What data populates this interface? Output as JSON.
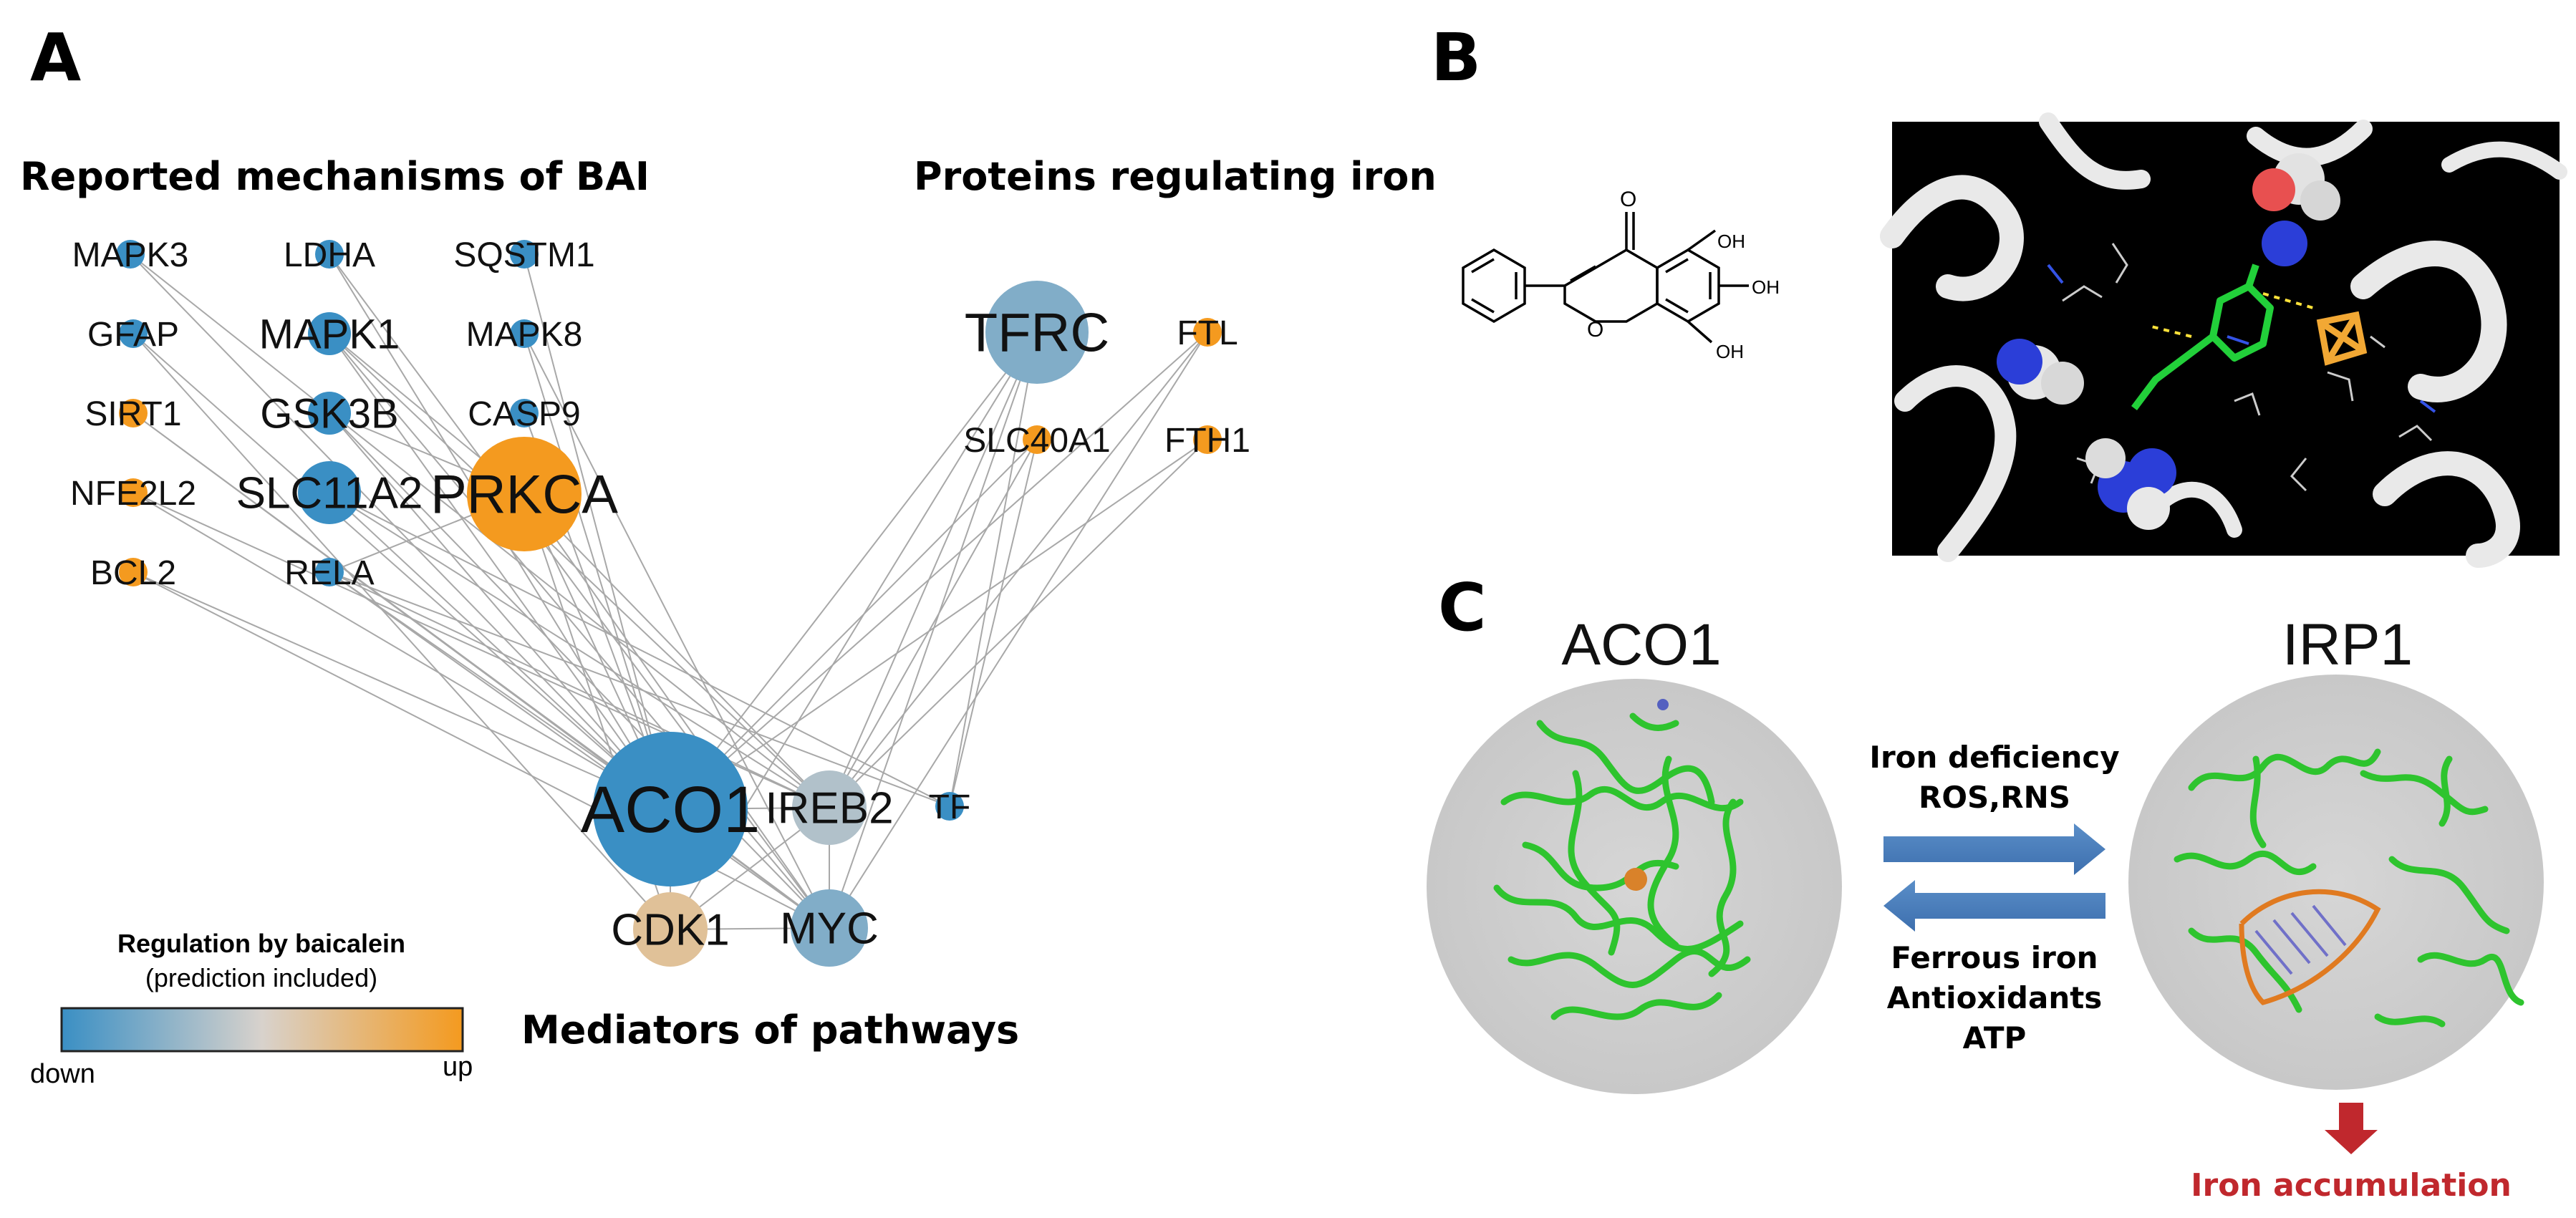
{
  "colors": {
    "down": "#3a8fc4",
    "up": "#f49a1f",
    "neutral": "#d3c0a8",
    "edge": "#a8a8a8",
    "accent_red": "#c0282d"
  },
  "panel_a": {
    "letter": "A",
    "section_reported": "Reported mechanisms of BAI",
    "section_iron": "Proteins regulating iron",
    "section_mediators": "Mediators of pathways",
    "legend": {
      "title": "Regulation by baicalein",
      "subtitle": "(prediction included)",
      "low": "down",
      "high": "up"
    },
    "nodes": [
      {
        "id": "MAPK3",
        "label": "MAPK3",
        "reg": -1.0,
        "size": "small"
      },
      {
        "id": "LDHA",
        "label": "LDHA",
        "reg": -1.0,
        "size": "small"
      },
      {
        "id": "SQSTM1",
        "label": "SQSTM1",
        "reg": -1.0,
        "size": "small"
      },
      {
        "id": "GFAP",
        "label": "GFAP",
        "reg": -1.0,
        "size": "small"
      },
      {
        "id": "MAPK1",
        "label": "MAPK1",
        "reg": -1.0,
        "size": "medium"
      },
      {
        "id": "MAPK8",
        "label": "MAPK8",
        "reg": -1.0,
        "size": "small"
      },
      {
        "id": "SIRT1",
        "label": "SIRT1",
        "reg": 1.0,
        "size": "small"
      },
      {
        "id": "GSK3B",
        "label": "GSK3B",
        "reg": -1.0,
        "size": "medium"
      },
      {
        "id": "CASP9",
        "label": "CASP9",
        "reg": -1.0,
        "size": "small"
      },
      {
        "id": "NFE2L2",
        "label": "NFE2L2",
        "reg": 1.0,
        "size": "small"
      },
      {
        "id": "SLC11A2",
        "label": "SLC11A2",
        "reg": -1.0,
        "size": "large"
      },
      {
        "id": "PRKCA",
        "label": "PRKCA",
        "reg": 1.0,
        "size": "xlarge"
      },
      {
        "id": "BCL2",
        "label": "BCL2",
        "reg": 1.0,
        "size": "small"
      },
      {
        "id": "RELA",
        "label": "RELA",
        "reg": -1.0,
        "size": "small"
      },
      {
        "id": "TFRC",
        "label": "TFRC",
        "reg": -0.55,
        "size": "xlarge"
      },
      {
        "id": "FTL",
        "label": "FTL",
        "reg": 1.0,
        "size": "small"
      },
      {
        "id": "SLC40A1",
        "label": "SLC40A1",
        "reg": 1.0,
        "size": "small"
      },
      {
        "id": "FTH1",
        "label": "FTH1",
        "reg": 1.0,
        "size": "small"
      },
      {
        "id": "ACO1",
        "label": "ACO1",
        "reg": -1.0,
        "size": "huge"
      },
      {
        "id": "IREB2",
        "label": "IREB2",
        "reg": -0.25,
        "size": "large"
      },
      {
        "id": "TF",
        "label": "TF",
        "reg": -1.0,
        "size": "small"
      },
      {
        "id": "CDK1",
        "label": "CDK1",
        "reg": 0.3,
        "size": "large"
      },
      {
        "id": "MYC",
        "label": "MYC",
        "reg": -0.55,
        "size": "large"
      }
    ],
    "edges": [
      [
        "MAPK3",
        "ACO1"
      ],
      [
        "MAPK3",
        "IREB2"
      ],
      [
        "LDHA",
        "ACO1"
      ],
      [
        "LDHA",
        "MYC"
      ],
      [
        "SQSTM1",
        "ACO1"
      ],
      [
        "GFAP",
        "ACO1"
      ],
      [
        "GFAP",
        "CDK1"
      ],
      [
        "MAPK1",
        "ACO1"
      ],
      [
        "MAPK1",
        "IREB2"
      ],
      [
        "MAPK1",
        "MYC"
      ],
      [
        "MAPK8",
        "ACO1"
      ],
      [
        "MAPK8",
        "MYC"
      ],
      [
        "SIRT1",
        "ACO1"
      ],
      [
        "SIRT1",
        "MYC"
      ],
      [
        "GSK3B",
        "ACO1"
      ],
      [
        "GSK3B",
        "MYC"
      ],
      [
        "CASP9",
        "ACO1"
      ],
      [
        "NFE2L2",
        "ACO1"
      ],
      [
        "NFE2L2",
        "IREB2"
      ],
      [
        "SLC11A2",
        "ACO1"
      ],
      [
        "SLC11A2",
        "IREB2"
      ],
      [
        "SLC11A2",
        "TF"
      ],
      [
        "PRKCA",
        "ACO1"
      ],
      [
        "PRKCA",
        "MYC"
      ],
      [
        "PRKCA",
        "CDK1"
      ],
      [
        "PRKCA",
        "IREB2"
      ],
      [
        "BCL2",
        "ACO1"
      ],
      [
        "BCL2",
        "MYC"
      ],
      [
        "RELA",
        "ACO1"
      ],
      [
        "RELA",
        "MYC"
      ],
      [
        "RELA",
        "TF"
      ],
      [
        "RELA",
        "IREB2"
      ],
      [
        "TFRC",
        "ACO1"
      ],
      [
        "TFRC",
        "IREB2"
      ],
      [
        "TFRC",
        "MYC"
      ],
      [
        "TFRC",
        "CDK1"
      ],
      [
        "TFRC",
        "TF"
      ],
      [
        "FTL",
        "ACO1"
      ],
      [
        "FTL",
        "IREB2"
      ],
      [
        "FTL",
        "MYC"
      ],
      [
        "SLC40A1",
        "ACO1"
      ],
      [
        "SLC40A1",
        "IREB2"
      ],
      [
        "SLC40A1",
        "TF"
      ],
      [
        "FTH1",
        "ACO1"
      ],
      [
        "FTH1",
        "IREB2"
      ],
      [
        "ACO1",
        "IREB2"
      ],
      [
        "ACO1",
        "CDK1"
      ],
      [
        "ACO1",
        "MYC"
      ],
      [
        "IREB2",
        "MYC"
      ],
      [
        "IREB2",
        "CDK1"
      ],
      [
        "CDK1",
        "MYC"
      ],
      [
        "PRKCA",
        "RELA"
      ],
      [
        "MAPK1",
        "PRKCA"
      ],
      [
        "GSK3B",
        "PRKCA"
      ]
    ]
  },
  "panel_b": {
    "letter": "B",
    "oh_labels": [
      "OH",
      "OH",
      "OH"
    ],
    "o_labels": [
      "O",
      "O"
    ]
  },
  "panel_c": {
    "letter": "C",
    "left_title": "ACO1",
    "right_title": "IRP1",
    "forward_conditions": [
      "Iron deficiency",
      "ROS,RNS"
    ],
    "reverse_conditions": [
      "Ferrous iron",
      "Antioxidants",
      "ATP"
    ],
    "outcome": "Iron accumulation"
  }
}
